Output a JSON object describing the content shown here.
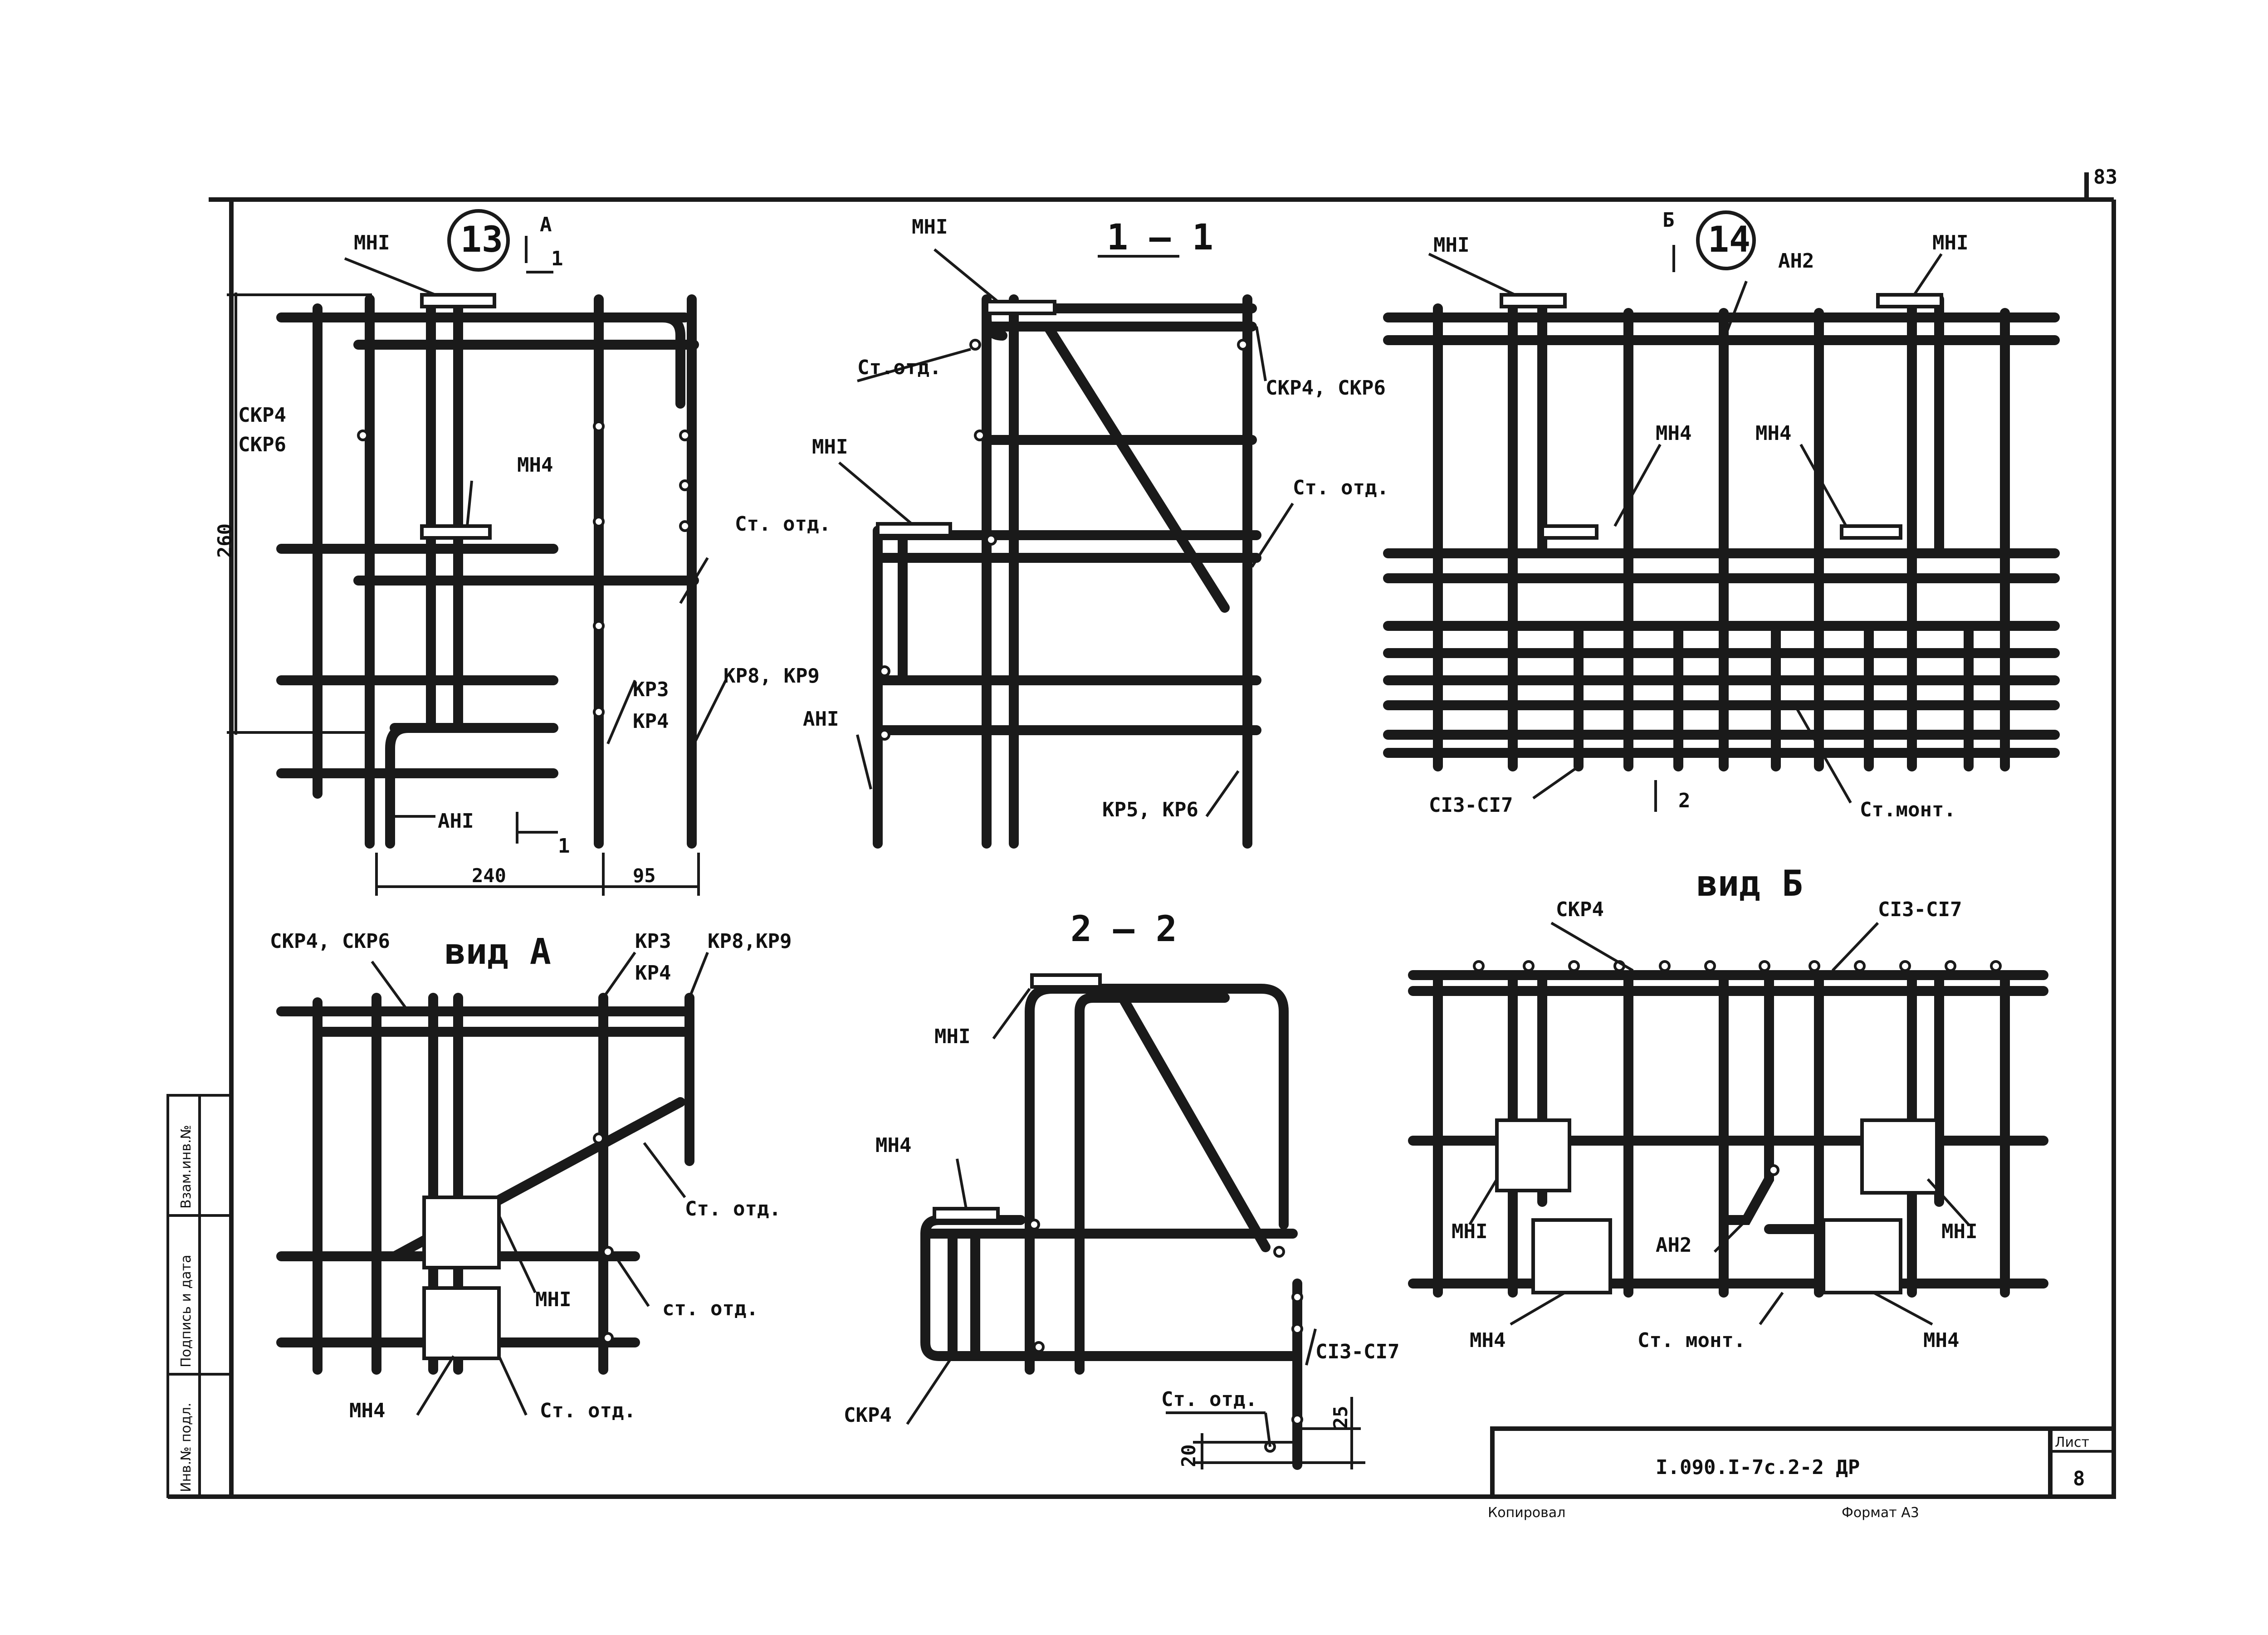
{
  "sheet": {
    "page_number": "83",
    "document_code": "I.090.I-7c.2-2 ДР",
    "sheet_label": "Лист",
    "sheet_number": "8",
    "checked_label": "Копировал",
    "format_label": "Формат А3",
    "side_stamp": [
      "Инв.№ подл.",
      "Подпись и дата",
      "Взам.инв.№"
    ]
  },
  "views": {
    "node13": {
      "marker": "13",
      "section_letter": "А",
      "section_num": "1"
    },
    "section11": {
      "title": "1 — 1"
    },
    "node14": {
      "marker": "14",
      "section_letter": "Б",
      "section_num": "2"
    },
    "viewA": {
      "title": "вид А"
    },
    "section22": {
      "title": "2 — 2"
    },
    "viewB": {
      "title": "вид Б"
    }
  },
  "labels": {
    "mn1": "МНI",
    "mn4": "МН4",
    "an1": "АНI",
    "an2": "АН2",
    "skr46_stack": [
      "СКР4",
      "СКР6"
    ],
    "skr46": "СКР4, СКР6",
    "skr4": "СКР4",
    "kr34": [
      "КР3",
      "КР4"
    ],
    "kr89": "КР8, КР9",
    "kr89b": "КР8,КР9",
    "kr56": "КР5, КР6",
    "st_otd": "Ст. отд.",
    "st_otd_alt": "Ст.отд.",
    "st_otd_lower": "ст. отд.",
    "st_mont": "Ст.монт.",
    "st_mont2": "Ст. монт.",
    "c13_17": "СI3-СI7"
  },
  "dims": {
    "h260": "260",
    "w240": "240",
    "w95": "95",
    "d25": "25",
    "d20": "20"
  }
}
